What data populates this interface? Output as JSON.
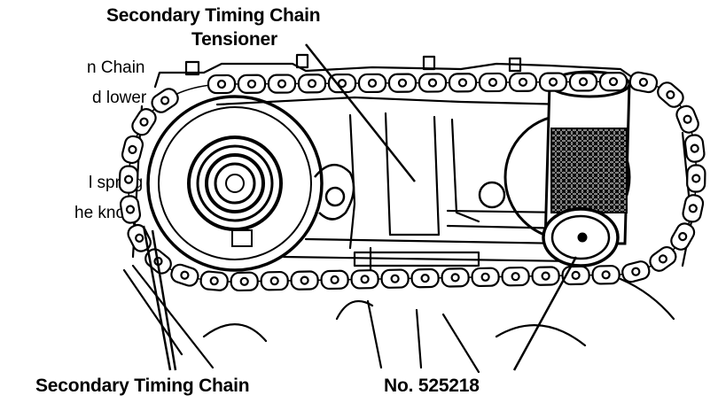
{
  "labels": {
    "tensioner_line1": "Secondary Timing Chain",
    "tensioner_line2": "Tensioner",
    "chain": "Secondary Timing Chain",
    "tool_number": "No. 525218"
  },
  "body_text": {
    "line1": "n Chain",
    "line2": "d lower",
    "line3": "l spring",
    "line4": "he knob"
  }
}
